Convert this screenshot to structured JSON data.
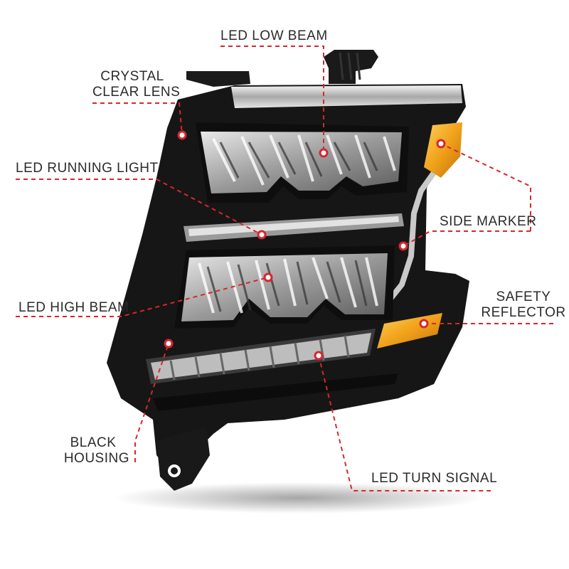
{
  "diagram": {
    "colors": {
      "leader_line": "#d8262e",
      "dot_fill": "#ffffff",
      "dot_ring": "#d8262e",
      "label_text": "#2b2b2b",
      "housing": "#141414",
      "chrome": "#c9c9c9",
      "amber": "#f0a21a"
    },
    "labels": {
      "led_low_beam": "LED LOW BEAM",
      "crystal_clear_lens_line1": "CRYSTAL",
      "crystal_clear_lens_line2": "CLEAR LENS",
      "led_running_light": "LED RUNNING LIGHT",
      "side_marker": "SIDE MARKER",
      "led_high_beam": "LED HIGH BEAM",
      "safety_reflector_line1": "SAFETY",
      "safety_reflector_line2": "REFLECTOR",
      "black_housing_line1": "BLACK",
      "black_housing_line2": "HOUSING",
      "led_turn_signal": "LED TURN SIGNAL"
    }
  }
}
